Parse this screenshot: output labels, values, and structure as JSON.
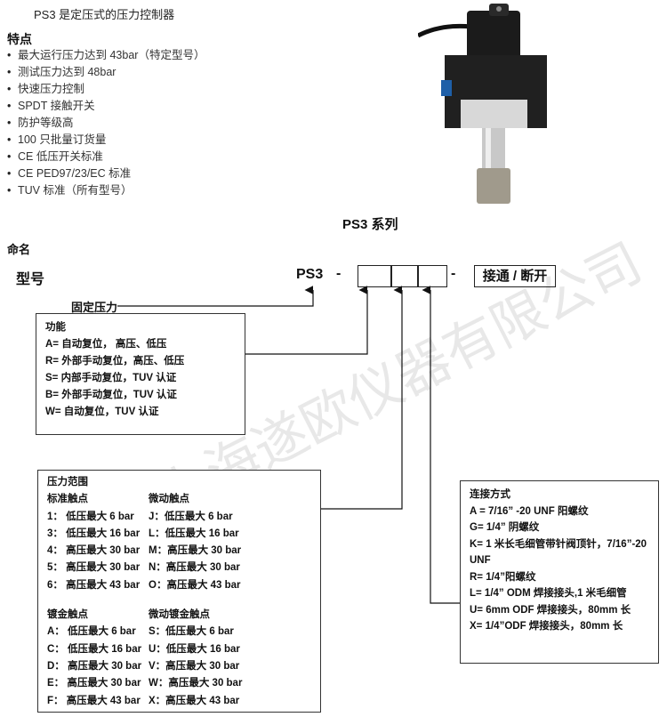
{
  "intro": "PS3 是定压式的压力控制器",
  "features": {
    "title": "特点",
    "items": [
      "最大运行压力达到 43bar（特定型号）",
      "测试压力达到 48bar",
      "快速压力控制",
      "SPDT 接触开关",
      "防护等级高",
      "100 只批量订货量",
      "CE 低压开关标准",
      "CE PED97/23/EC 标准",
      "TUV 标准（所有型号）"
    ]
  },
  "series_title": "PS3 系列",
  "naming": {
    "title": "命名",
    "model_label": "型号",
    "prefix": "PS3",
    "dash": "-",
    "suffix_box": "接通 / 断开",
    "fixed_pressure": "固定压力"
  },
  "function_box": {
    "title": "功能",
    "items": [
      "A= 自动复位， 高压、低压",
      "R= 外部手动复位，高压、低压",
      "S= 内部手动复位，TUV 认证",
      "B= 外部手动复位，TUV 认证",
      "W= 自动复位，TUV 认证"
    ]
  },
  "pressure_box": {
    "title": "压力范围",
    "group1": {
      "col1": "标准触点",
      "col2": "微动触点",
      "rows": [
        [
          "1： 低压最大 6 bar",
          "J：低压最大 6 bar"
        ],
        [
          "3： 低压最大 16 bar",
          "L：低压最大 16 bar"
        ],
        [
          "4： 高压最大 30 bar",
          "M：高压最大 30 bar"
        ],
        [
          "5： 高压最大 30 bar",
          "N：高压最大 30 bar"
        ],
        [
          "6： 高压最大 43 bar",
          "O：高压最大 43 bar"
        ]
      ]
    },
    "group2": {
      "col1": "镀金触点",
      "col2": "微动镀金触点",
      "rows": [
        [
          "A： 低压最大 6 bar",
          "S：低压最大 6 bar"
        ],
        [
          "C： 低压最大 16 bar",
          "U：低压最大 16 bar"
        ],
        [
          "D： 高压最大 30 bar",
          "V：高压最大 30 bar"
        ],
        [
          "E： 高压最大 30 bar",
          "W：高压最大 30 bar"
        ],
        [
          "F： 高压最大 43 bar",
          "X：高压最大 43 bar"
        ]
      ]
    }
  },
  "connection_box": {
    "title": "连接方式",
    "items": [
      "A = 7/16” -20 UNF 阳螺纹",
      "G= 1/4” 阴螺纹",
      "K= 1 米长毛细管带针阀顶针，7/16”-20 UNF",
      "R=  1/4”阳螺纹",
      "L= 1/4” ODM 焊接接头,1 米毛细管",
      "U= 6mm ODF 焊接接头，80mm 长",
      "X= 1/4”ODF 焊接接头，80mm 长"
    ]
  },
  "watermark": "上海遂欧仪器有限公司"
}
